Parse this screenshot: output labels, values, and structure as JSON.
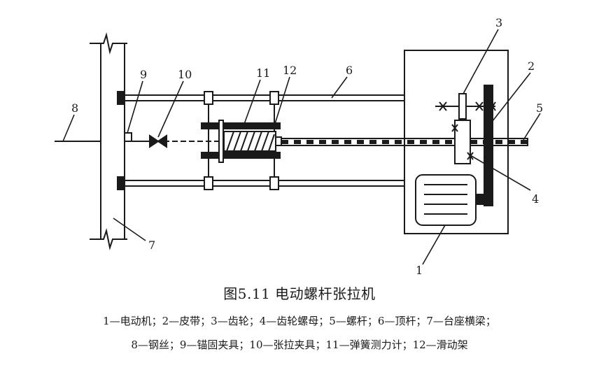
{
  "figure": {
    "part_numbers": [
      "1",
      "2",
      "3",
      "4",
      "5",
      "6",
      "7",
      "8",
      "9",
      "10",
      "11",
      "12"
    ],
    "caption": "图5.11 电动螺杆张拉机",
    "legend_line1": "1—电动机；2—皮带；3—齿轮；4—齿轮螺母；5—螺杆；6—顶杆；7—台座横梁；",
    "legend_line2": "8—钢丝；9—锚固夹具；10—张拉夹具；11—弹簧测力计；12—滑动架"
  }
}
